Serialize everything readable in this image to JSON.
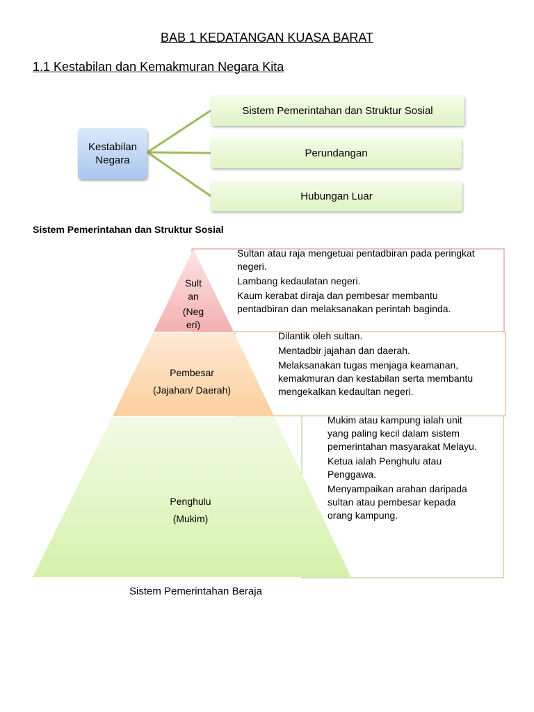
{
  "title": "BAB 1 KEDATANGAN KUASA BARAT",
  "subtitle": "1.1 Kestabilan dan Kemakmuran Negara Kita",
  "mindmap": {
    "center": "Kestabilan\nNegara",
    "branches": [
      "Sistem Pemerintahan dan Struktur Sosial",
      "Perundangan",
      "Hubungan Luar"
    ]
  },
  "section_title": "Sistem Pemerintahan dan Struktur Sosial",
  "pyramid": {
    "levels": [
      {
        "label_lines": [
          "Sult",
          "an",
          "(Neg",
          "eri)"
        ],
        "color": "#f4b6b6",
        "points": [
          "Sultan atau raja mengetuai pentadbiran pada peringkat negeri.",
          "Lambang kedaulatan negeri.",
          "Kaum kerabat diraja dan pembesar membantu pentadbiran dan melaksanakan perintah baginda."
        ]
      },
      {
        "label_lines": [
          "Pembesar",
          "(Jajahan/ Daerah)"
        ],
        "color": "#fbd4a8",
        "points": [
          "Dilantik oleh sultan.",
          "Mentadbir jajahan dan daerah.",
          "Melaksanakan tugas menjaga keamanan, kemakmuran dan kestabilan serta membantu mengekalkan kedaultan negeri."
        ]
      },
      {
        "label_lines": [
          "Penghulu",
          "(Mukim)"
        ],
        "color": "#dcf3b8",
        "points": [
          "Mukim atau kampung ialah unit yang paling kecil dalam sistem pemerintahan masyarakat Melayu.",
          "Ketua ialah Penghulu atau Penggawa.",
          "Menyampaikan arahan daripada sultan atau pembesar kepada orang kampung."
        ]
      }
    ],
    "caption": "Sistem Pemerintahan Beraja"
  }
}
